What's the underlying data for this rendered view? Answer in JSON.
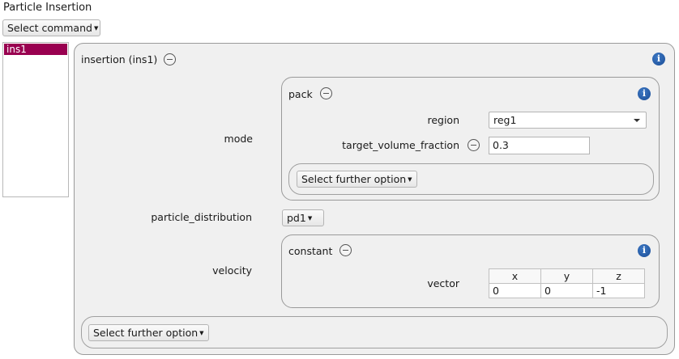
{
  "window": {
    "title": "Particle Insertion"
  },
  "toolbar": {
    "select_command_label": "Select command"
  },
  "command_list": {
    "items": [
      "ins1"
    ]
  },
  "insertion": {
    "header": "insertion (ins1)",
    "mode_label": "mode",
    "mode_panel": {
      "header": "pack",
      "region_label": "region",
      "region_value": "reg1",
      "target_volume_fraction_label": "target_volume_fraction",
      "target_volume_fraction_value": "0.3",
      "further_option_label": "Select further option"
    },
    "particle_distribution_label": "particle_distribution",
    "particle_distribution_value": "pd1",
    "velocity_label": "velocity",
    "velocity_panel": {
      "header": "constant",
      "vector_label": "vector",
      "columns": [
        "x",
        "y",
        "z"
      ],
      "values": [
        "0",
        "0",
        "-1"
      ]
    },
    "further_option_label": "Select further option"
  },
  "icons": {
    "info": "info-icon",
    "collapse": "minus-circle-icon",
    "dropdown": "caret-down-icon"
  },
  "colors": {
    "selection": "#990050",
    "info": "#1a4d96",
    "panel_bg": "#f0f0f0"
  }
}
